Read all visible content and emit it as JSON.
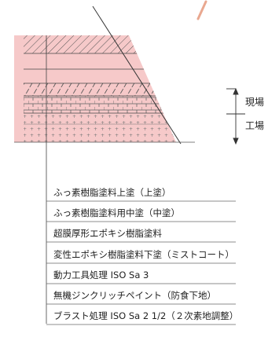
{
  "layers": [
    {
      "label": "ふっ素樹脂塗料上塗（上塗）",
      "pattern": "diagonal-hatch"
    },
    {
      "label": "ふっ素樹脂塗料用中塗（中塗）",
      "pattern": "plain"
    },
    {
      "label": "超膜厚形エポキシ樹脂塗料",
      "pattern": "plain"
    },
    {
      "label": "変性エポキシ樹脂塗料下塗（ミストコート）",
      "pattern": "slanted-hatch"
    },
    {
      "label": "動力工具処理 ISO Sa 3",
      "pattern": "brick"
    },
    {
      "label": "無機ジンクリッチペイント（防食下地）",
      "pattern": "dots"
    },
    {
      "label": "ブラスト処理 ISO Sa 2 1/2（２次素地調整）",
      "pattern": "dots"
    }
  ],
  "side_labels": {
    "field": "現場",
    "factory": "工場"
  },
  "colors": {
    "pink_fill": "#f6c9c9",
    "line": "#333333"
  }
}
